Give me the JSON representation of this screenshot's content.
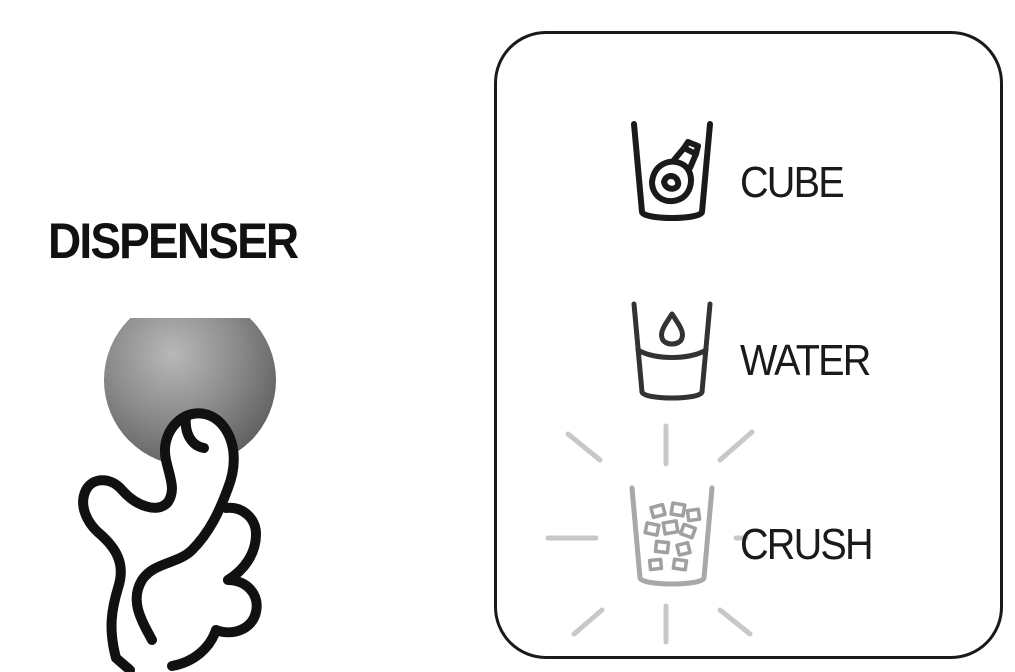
{
  "dispenser": {
    "label": "DISPENSER"
  },
  "options": {
    "cube": {
      "label": "CUBE",
      "icon": "ice-cube-cup-icon"
    },
    "water": {
      "label": "WATER",
      "icon": "water-cup-icon"
    },
    "crush": {
      "label": "CRUSH",
      "icon": "crushed-ice-cup-icon",
      "state": "selected"
    }
  },
  "colors": {
    "outline": "#1a1a1a",
    "button": "#8a8a8a",
    "highlight": "#c8c8c8"
  }
}
